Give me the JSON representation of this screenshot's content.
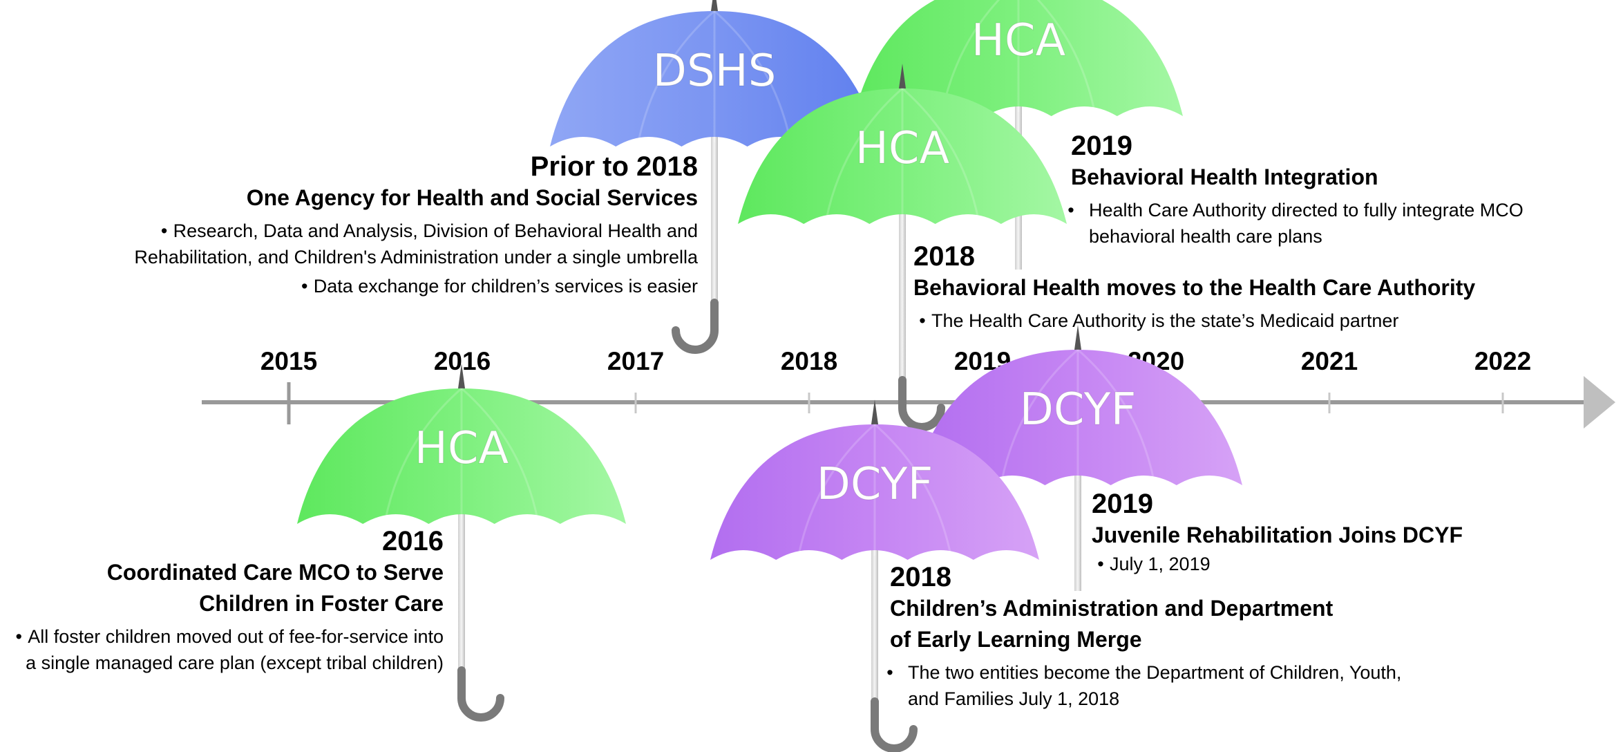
{
  "timeline": {
    "years": [
      "2015",
      "2016",
      "2017",
      "2018",
      "2019",
      "2020",
      "2021",
      "2022"
    ]
  },
  "colors": {
    "axis": "#999999",
    "dshs": "#6f8cf0",
    "hca": "#6fe86f",
    "dcyf": "#c07af0",
    "handle": "#7a7a7a"
  },
  "umbrellas": [
    {
      "id": "dshs-prior",
      "label": "DSHS",
      "color": "dshs",
      "icon": "umbrella-icon"
    },
    {
      "id": "hca-2019",
      "label": "HCA",
      "color": "hca",
      "icon": "umbrella-icon"
    },
    {
      "id": "hca-2018",
      "label": "HCA",
      "color": "hca",
      "icon": "umbrella-icon"
    },
    {
      "id": "hca-2016",
      "label": "HCA",
      "color": "hca",
      "icon": "umbrella-icon"
    },
    {
      "id": "dcyf-2019",
      "label": "DCYF",
      "color": "dcyf",
      "icon": "umbrella-icon"
    },
    {
      "id": "dcyf-2018",
      "label": "DCYF",
      "color": "dcyf",
      "icon": "umbrella-icon"
    }
  ],
  "events": {
    "prior2018": {
      "year": "Prior to 2018",
      "title": "One Agency for Health and Social Services",
      "bullets": [
        "Research, Data and Analysis, Division of Behavioral Health and Rehabilitation, and Children's Administration under a single umbrella",
        "Data exchange for children’s services is easier"
      ]
    },
    "bhi2019": {
      "year": "2019",
      "title": "Behavioral Health Integration",
      "bullets": [
        "Health Care Authority directed to fully integrate MCO behavioral health care plans"
      ]
    },
    "bh2018": {
      "year": "2018",
      "title": "Behavioral Health moves to the Health Care Authority",
      "bullets": [
        "The Health Care Authority is the state’s Medicaid partner"
      ]
    },
    "foster2016": {
      "year": "2016",
      "title_line1": "Coordinated Care MCO to Serve",
      "title_line2": "Children in Foster Care",
      "bullets": [
        "All foster children moved out of fee-for-service into a single managed care plan (except tribal children)"
      ]
    },
    "jr2019": {
      "year": "2019",
      "title": "Juvenile Rehabilitation Joins DCYF",
      "bullets": [
        "July 1, 2019"
      ]
    },
    "ca2018": {
      "year": "2018",
      "title_line1": "Children’s Administration and Department",
      "title_line2": "of Early Learning Merge",
      "bullets": [
        "The two entities become the Department of Children, Youth, and Families July 1, 2018"
      ]
    }
  }
}
